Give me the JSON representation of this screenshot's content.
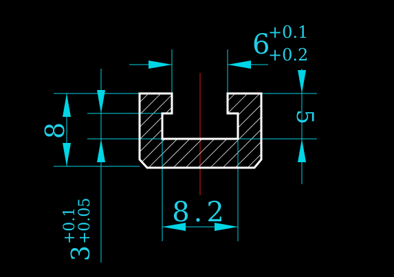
{
  "drawing": {
    "colors": {
      "background": "#000000",
      "dimension": "#00d6e6",
      "profile": "#ffffff",
      "hatch": "#e8e8e8",
      "centerline": "#e01818"
    },
    "dimensions": {
      "top_opening": {
        "nominal": "6",
        "upper_tol": "+0.1",
        "lower_tol": "+0.2"
      },
      "left_height": {
        "nominal": "8"
      },
      "right_height": {
        "nominal": "5"
      },
      "bottom_width": {
        "nominal": "8.2"
      },
      "lower_left": {
        "nominal": "3",
        "upper_tol": "+0.1",
        "lower_tol": "+0.05"
      }
    }
  }
}
